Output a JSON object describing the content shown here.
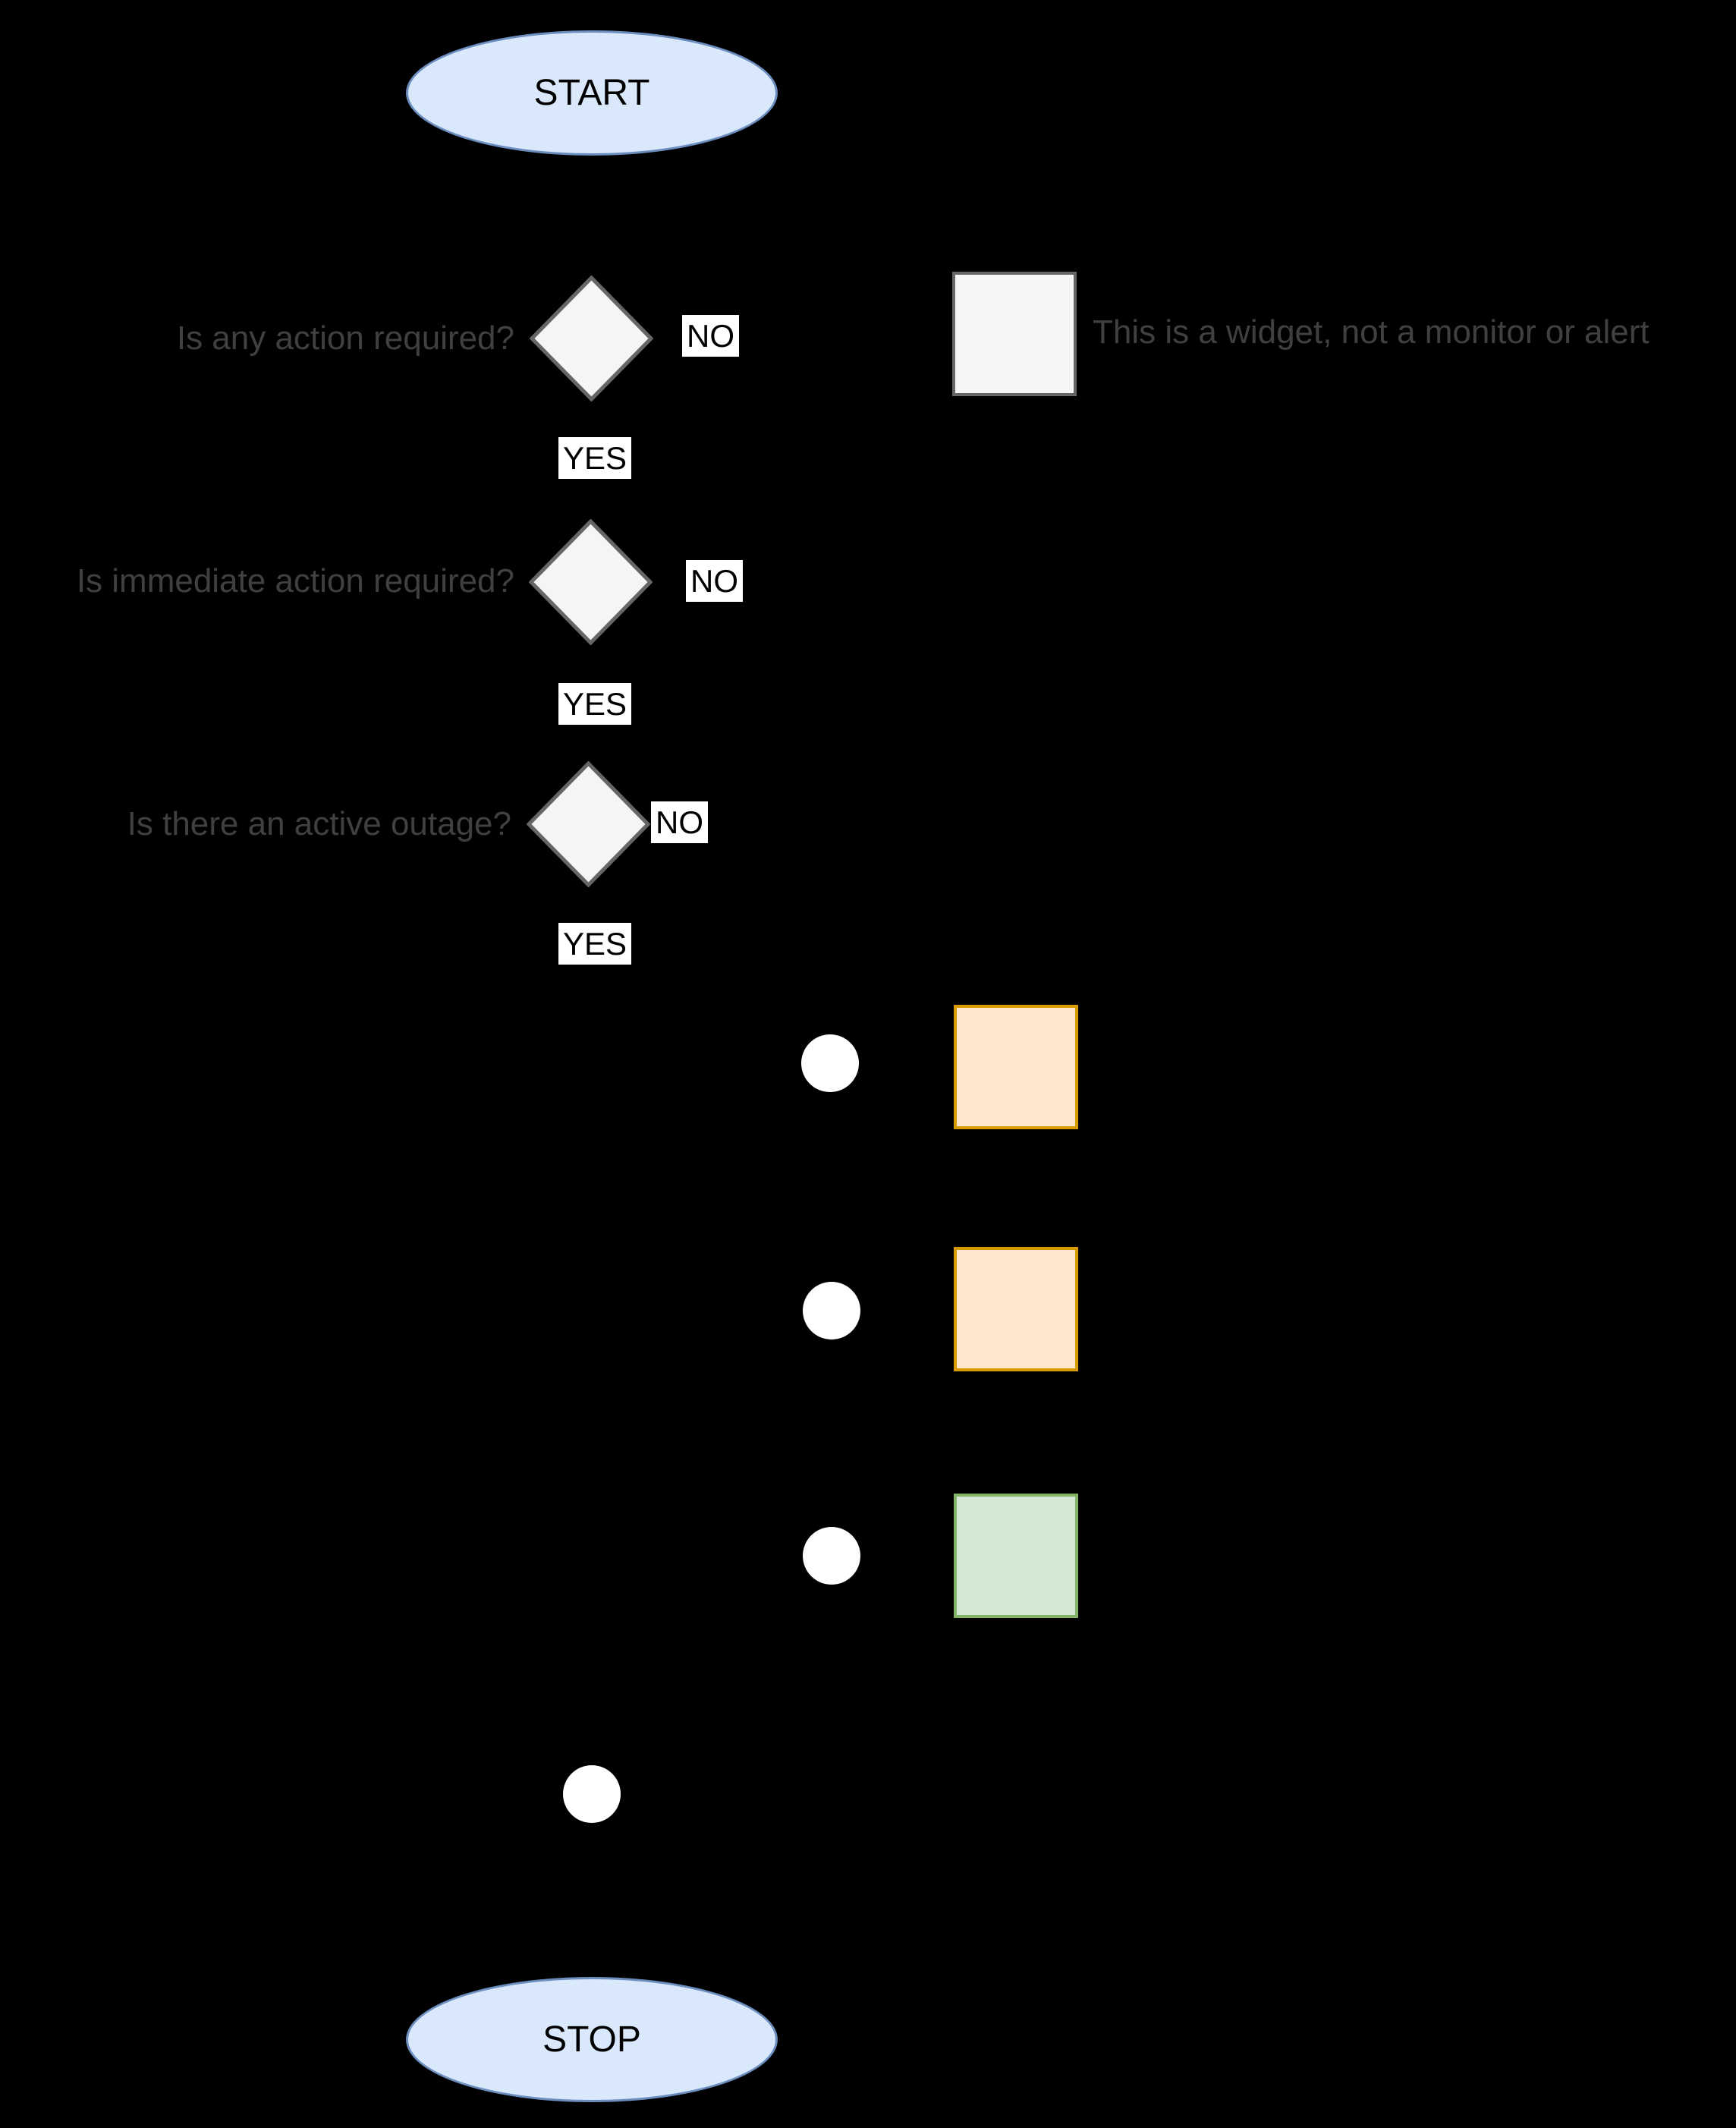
{
  "diagram": {
    "background_color": "#000000",
    "start": {
      "label": "START"
    },
    "stop": {
      "label": "STOP"
    },
    "decisions": [
      {
        "question": "Is any action required?",
        "no_label": "NO",
        "yes_label": "YES"
      },
      {
        "question": "Is immediate action required?",
        "no_label": "NO",
        "yes_label": "YES"
      },
      {
        "question": "Is there an active outage?",
        "no_label": "NO",
        "yes_label": "YES"
      }
    ],
    "widget_note": "This is a widget, not a monitor or alert",
    "colors": {
      "terminator_fill": "#DAE8FC",
      "terminator_stroke": "#6C8EBF",
      "decision_fill": "#F5F5F5",
      "decision_stroke": "#666666",
      "widget_fill": "#F5F5F5",
      "widget_stroke": "#666666",
      "orange_box_fill": "#FFE6CC",
      "orange_box_stroke": "#D79B00",
      "green_box_fill": "#D5E8D4",
      "green_box_stroke": "#82B366",
      "connector_dot_fill": "#FFFFFF",
      "question_text": "#404040",
      "edge_label_background": "#FFFFFF",
      "edge_label_text": "#000000"
    }
  }
}
